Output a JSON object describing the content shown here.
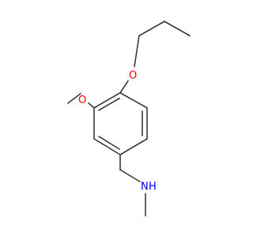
{
  "molecule": {
    "atoms": {
      "ether_oxygen_propoxy": {
        "text": "O",
        "color": "#ff0000"
      },
      "ether_oxygen_methoxy": {
        "text": "O",
        "color": "#ff0000"
      },
      "amine_nitrogen": {
        "text": "N",
        "color": "#0000ff"
      },
      "amine_hydrogen": {
        "text": "H",
        "color": "#0000ff"
      }
    },
    "bond_color": "#3a3a3a",
    "background": "#ffffff"
  }
}
